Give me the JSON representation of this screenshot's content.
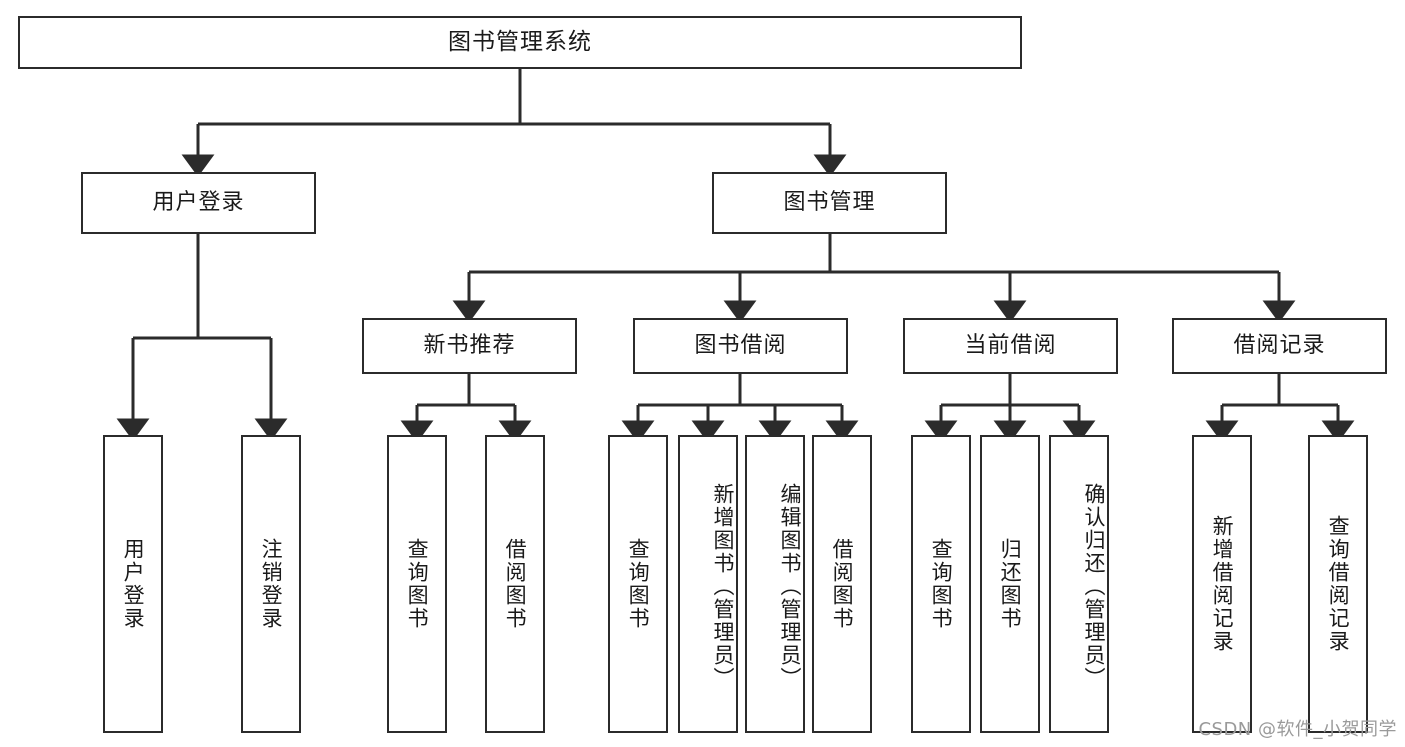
{
  "chart_data": {
    "type": "diagram",
    "diagram_kind": "hierarchy-tree",
    "title": "图书管理系统",
    "levels": 4,
    "edge_style": "orthogonal-elbow-with-arrowheads",
    "orientation": "top-down",
    "colors": {
      "node_border": "#2b2b2b",
      "node_fill": "#ffffff",
      "edge": "#2b2b2b",
      "text": "#1a1a1a",
      "background": "#ffffff",
      "watermark": "#9a9a9a"
    }
  },
  "nodes": {
    "root": {
      "label": "图书管理系统"
    },
    "level2": [
      {
        "id": "user-login",
        "label": "用户登录"
      },
      {
        "id": "book-manage",
        "label": "图书管理"
      }
    ],
    "level3": [
      {
        "id": "new-book-recommend",
        "label": "新书推荐"
      },
      {
        "id": "book-borrow",
        "label": "图书借阅"
      },
      {
        "id": "current-borrow",
        "label": "当前借阅"
      },
      {
        "id": "borrow-record",
        "label": "借阅记录"
      }
    ],
    "leaves": {
      "user_login": [
        {
          "id": "leaf-user-login",
          "label": "用户登录"
        },
        {
          "id": "leaf-user-logout",
          "label": "注销登录"
        }
      ],
      "new_book_recommend": [
        {
          "id": "leaf-query-book-1",
          "label": "查询图书"
        },
        {
          "id": "leaf-borrow-book-1",
          "label": "借阅图书"
        }
      ],
      "book_borrow": [
        {
          "id": "leaf-query-book-2",
          "label": "查询图书"
        },
        {
          "id": "leaf-add-book",
          "label": "新增图书（管理员）"
        },
        {
          "id": "leaf-edit-book",
          "label": "编辑图书（管理员）"
        },
        {
          "id": "leaf-borrow-book-2",
          "label": "借阅图书"
        }
      ],
      "current_borrow": [
        {
          "id": "leaf-query-book-3",
          "label": "查询图书"
        },
        {
          "id": "leaf-return-book",
          "label": "归还图书"
        },
        {
          "id": "leaf-confirm-return",
          "label": "确认归还（管理员）"
        }
      ],
      "borrow_record": [
        {
          "id": "leaf-add-borrow-record",
          "label": "新增借阅记录"
        },
        {
          "id": "leaf-query-borrow-record",
          "label": "查询借阅记录"
        }
      ]
    }
  },
  "edges": [
    {
      "from": "root",
      "to": "user-login"
    },
    {
      "from": "root",
      "to": "book-manage"
    },
    {
      "from": "user-login",
      "to": "leaf-user-login"
    },
    {
      "from": "user-login",
      "to": "leaf-user-logout"
    },
    {
      "from": "book-manage",
      "to": "new-book-recommend"
    },
    {
      "from": "book-manage",
      "to": "book-borrow"
    },
    {
      "from": "book-manage",
      "to": "current-borrow"
    },
    {
      "from": "book-manage",
      "to": "borrow-record"
    },
    {
      "from": "new-book-recommend",
      "to": "leaf-query-book-1"
    },
    {
      "from": "new-book-recommend",
      "to": "leaf-borrow-book-1"
    },
    {
      "from": "book-borrow",
      "to": "leaf-query-book-2"
    },
    {
      "from": "book-borrow",
      "to": "leaf-add-book"
    },
    {
      "from": "book-borrow",
      "to": "leaf-edit-book"
    },
    {
      "from": "book-borrow",
      "to": "leaf-borrow-book-2"
    },
    {
      "from": "current-borrow",
      "to": "leaf-query-book-3"
    },
    {
      "from": "current-borrow",
      "to": "leaf-return-book"
    },
    {
      "from": "current-borrow",
      "to": "leaf-confirm-return"
    },
    {
      "from": "borrow-record",
      "to": "leaf-add-borrow-record"
    },
    {
      "from": "borrow-record",
      "to": "leaf-query-borrow-record"
    }
  ],
  "watermark": {
    "text": "CSDN @软件_小贺同学"
  }
}
